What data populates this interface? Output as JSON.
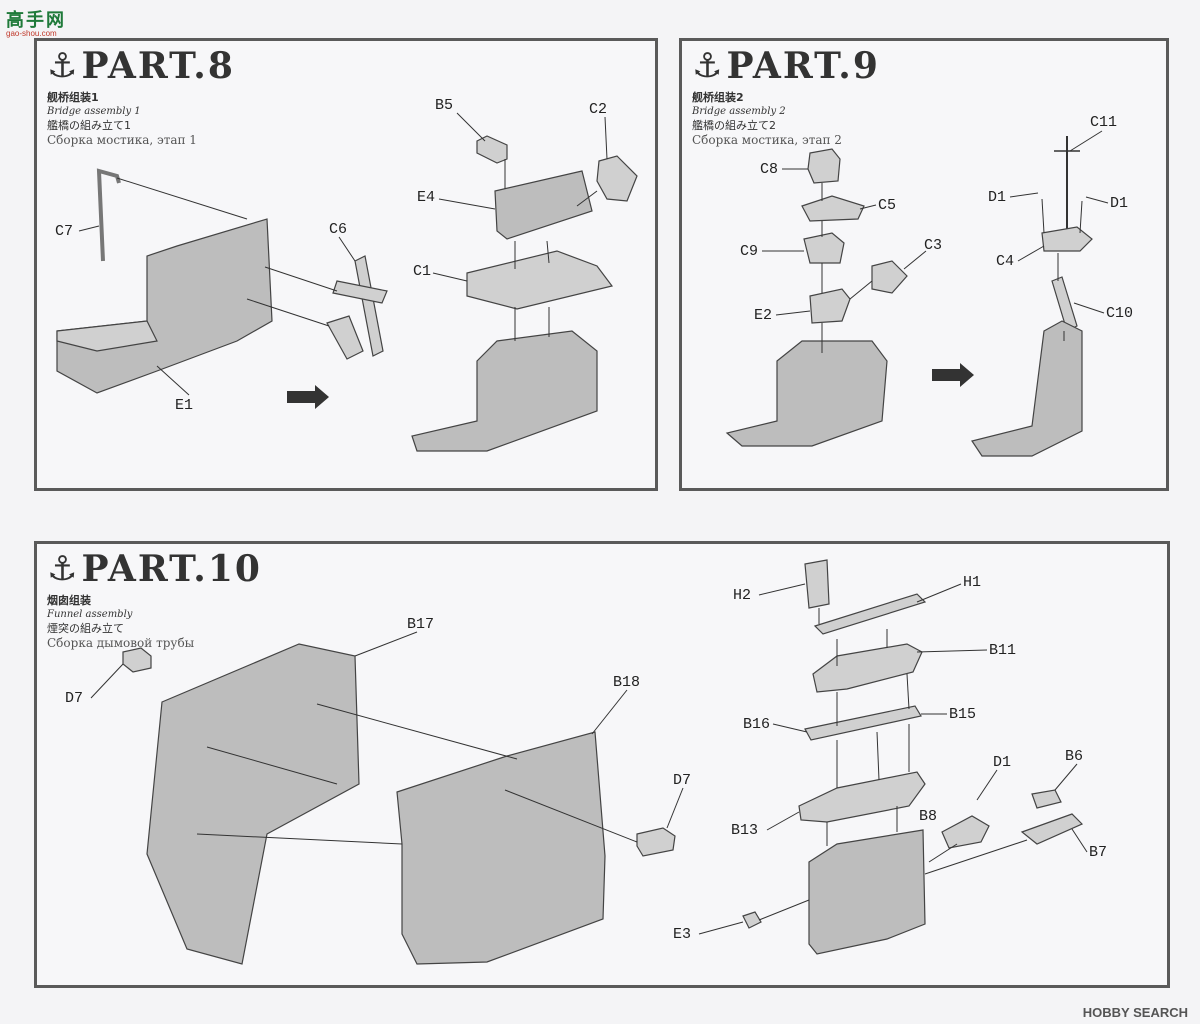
{
  "watermark": {
    "top": "高手网",
    "sub": "gao-shou.com"
  },
  "footer": {
    "text": "HOBBY SEARCH"
  },
  "panels": {
    "p8": {
      "title": "PART.8",
      "cn": "舰桥组装1",
      "en": "Bridge assembly 1",
      "jp": "艦橋の組み立て1",
      "ru": "Сборка мостика, этап 1"
    },
    "p9": {
      "title": "PART.9",
      "cn": "舰桥组装2",
      "en": "Bridge assembly 2",
      "jp": "艦橋の組み立て2",
      "ru": "Сборка мостика, этап 2"
    },
    "p10": {
      "title": "PART.10",
      "cn": "烟囱组装",
      "en": "Funnel assembly",
      "jp": "煙突の組み立て",
      "ru": "Сборка дымовой трубы"
    }
  },
  "labels": {
    "p8": [
      "B5",
      "C2",
      "E4",
      "C7",
      "C6",
      "C1",
      "E1"
    ],
    "p9": [
      "C11",
      "C8",
      "C5",
      "D1",
      "D1",
      "C9",
      "C3",
      "C4",
      "E2",
      "C10"
    ],
    "p10": [
      "H2",
      "H1",
      "B17",
      "B11",
      "D7",
      "B18",
      "B16",
      "B15",
      "D1",
      "B6",
      "D7",
      "B8",
      "B13",
      "B7",
      "E3"
    ]
  },
  "icons": {
    "anchor": "anchor-icon",
    "logo": "hobby-search-logo-icon"
  }
}
